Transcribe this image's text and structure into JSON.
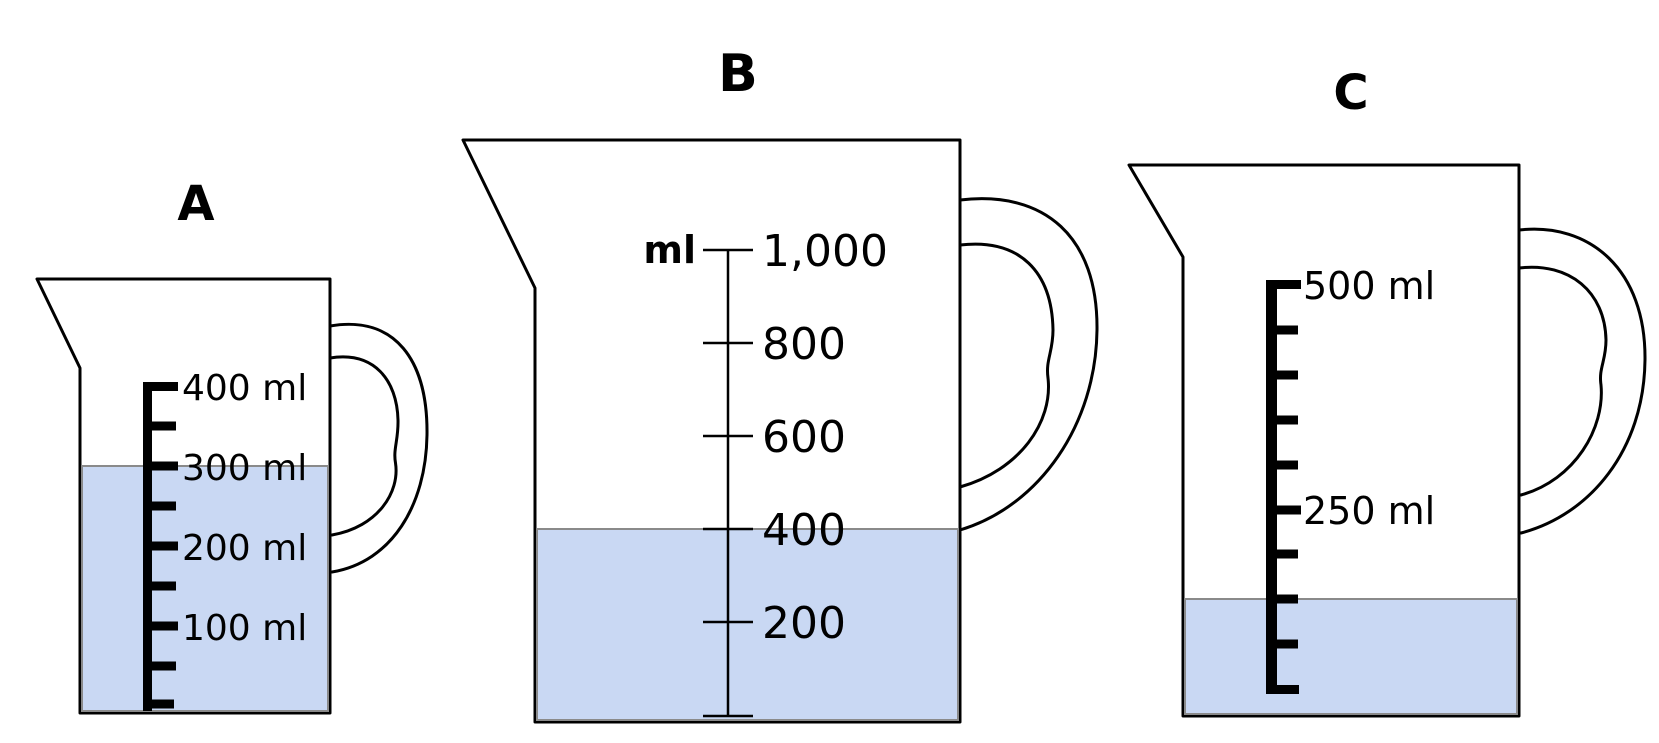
{
  "colors": {
    "water": "#c9d8f3",
    "water_border": "#8a8a8a",
    "outline": "#000000",
    "scale": "#000000",
    "background": "#ffffff"
  },
  "jugs": [
    {
      "id": "A",
      "label": "A",
      "unit": "ml",
      "scale_max_ml": 400,
      "minor_tick_step_ml": 50,
      "labeled_tick_step_ml": 100,
      "tick_labels": [
        "400 ml",
        "300 ml",
        "200 ml",
        "100 ml"
      ],
      "water_level_ml": 300
    },
    {
      "id": "B",
      "label": "B",
      "unit_label": "ml",
      "scale_max_ml": 1000,
      "labeled_tick_step_ml": 200,
      "tick_labels": [
        "1,000",
        "800",
        "600",
        "400",
        "200"
      ],
      "water_level_ml": 400
    },
    {
      "id": "C",
      "label": "C",
      "unit": "ml",
      "scale_max_ml": 500,
      "minor_tick_step_ml": 50,
      "labeled_tick_step_ml": 250,
      "tick_labels": [
        "500 ml",
        "250 ml"
      ],
      "water_level_ml": 150
    }
  ]
}
